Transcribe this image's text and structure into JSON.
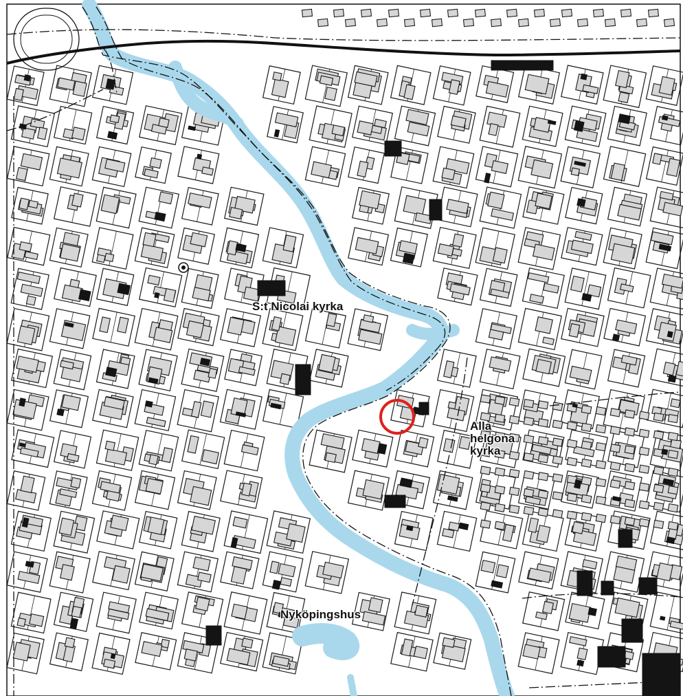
{
  "map": {
    "labels": {
      "nicolai": "S:t Nicolai kyrka",
      "alla_line1": "Alla",
      "alla_line2": "helgona",
      "alla_line3": "kyrka",
      "nykoping": "Nyköpingshus"
    },
    "colors": {
      "water": "#a9d8ec",
      "building": "#d6d6d6",
      "building_dark": "#141414",
      "highlight_circle": "#e0201c",
      "line": "#1a1a1a",
      "background": "#ffffff"
    },
    "marker": {
      "type": "circle",
      "color": "#e0201c",
      "meaning": ""
    }
  }
}
